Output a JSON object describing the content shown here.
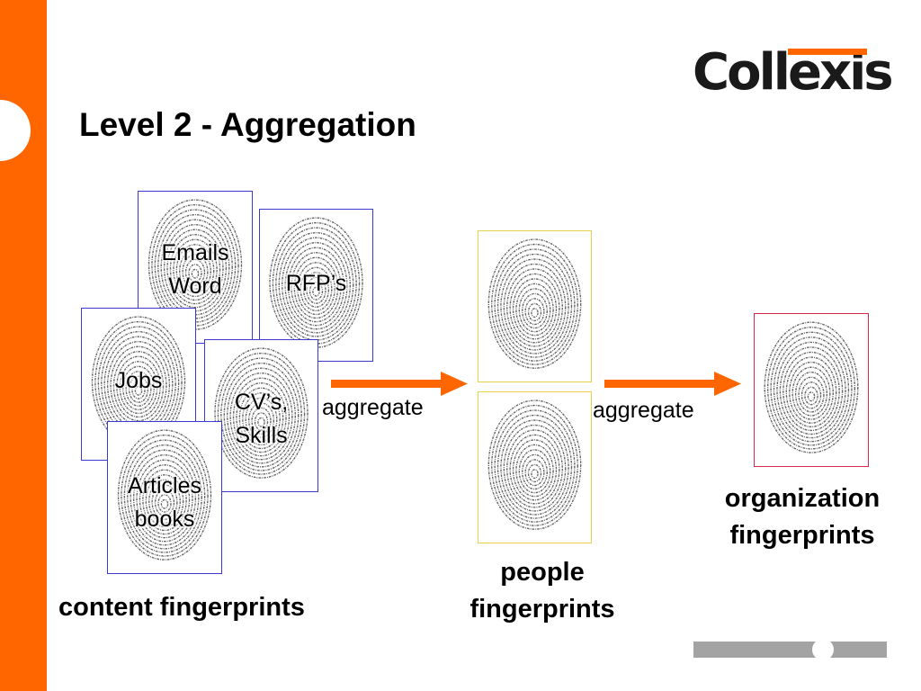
{
  "logo": {
    "text": "Collexis",
    "accent_color": "#ff6600"
  },
  "slide": {
    "title": "Level 2 - Aggregation"
  },
  "colors": {
    "band": "#ff6600",
    "content_border": "#3a3ad0",
    "people_border": "#e8d24a",
    "org_border": "#d8284a",
    "arrow": "#ff6600",
    "footer": "#a3a3a3"
  },
  "content_cards": [
    {
      "line1": "Emails",
      "line2": "Word"
    },
    {
      "line1": "RFP’s",
      "line2": ""
    },
    {
      "line1": "Jobs",
      "line2": ""
    },
    {
      "line1": "CV’s,",
      "line2": "Skills"
    },
    {
      "line1": "Articles",
      "line2": "books"
    }
  ],
  "arrows": [
    {
      "label": "aggregate"
    },
    {
      "label": "aggregate"
    }
  ],
  "captions": {
    "content": "content fingerprints",
    "people_line1": "people",
    "people_line2": "fingerprints",
    "org_line1": "organization",
    "org_line2": "fingerprints"
  },
  "icons": {
    "fingerprint": "fingerprint-icon",
    "arrow": "arrow-right-icon"
  }
}
